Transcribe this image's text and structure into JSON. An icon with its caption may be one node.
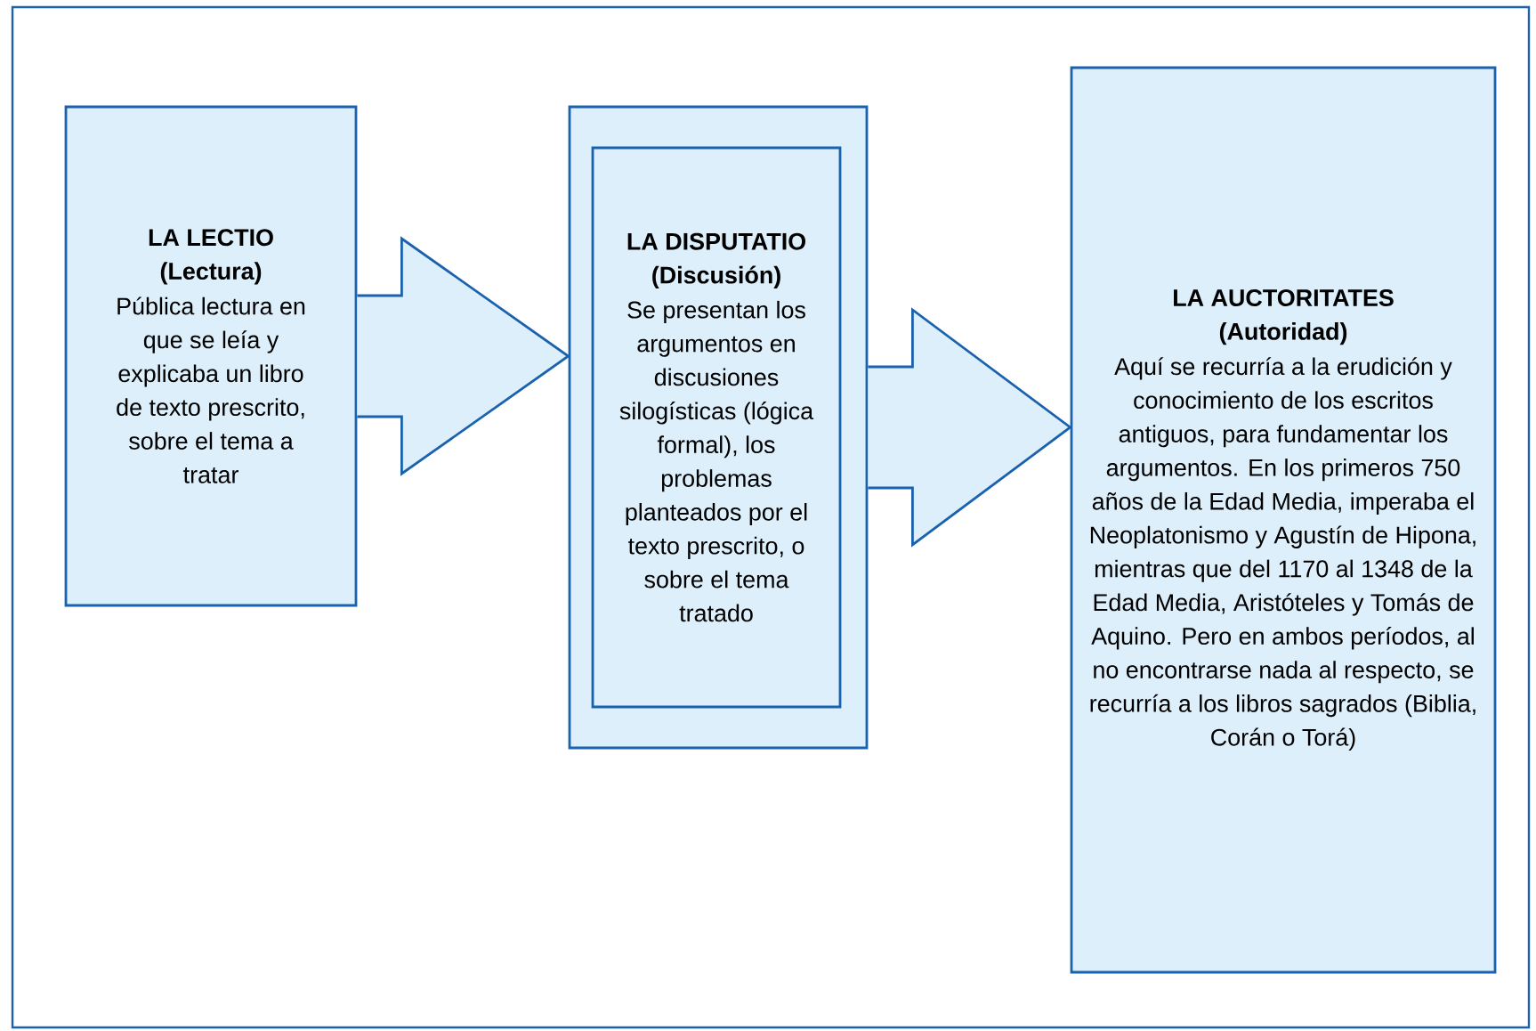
{
  "diagram": {
    "nodes": [
      {
        "text": [
          "LA LECTIO (Lectura)",
          "Pública lectura en que se leía y explicaba un libro de texto prescrito, sobre el tema a tratar"
        ]
      },
      {
        "text": [],
        "shape": "box"
      },
      {
        "text": [
          "LA DISPUTATIO (Discusión)",
          "Se presentan los argumentos en discusiones silogísticas (lógica formal), los problemas planteados por el texto prescrito, o sobre el tema tratado"
        ],
        "in": 1
      },
      {
        "text": [
          "LA AUCTORITATES (Autoridad)",
          "Aquí se recurría a la erudición y conocimiento de los escritos antiguos, para fundamentar los argumentos. En los primeros 750 años de la Edad Media, imperaba el Neoplatonismo y Agustín de Hipona, mientras que del 1170 al 1348 de la Edad Media, Aristóteles y Tomás de Aquino. Pero en ambos períodos, al no encontrarse nada al respecto, se recurría a los libros sagrados (Biblia, Corán o Torá)"
        ]
      }
    ],
    "edges": [
      {
        "from": 0,
        "to": 1,
        "arrow": "to"
      },
      {
        "from": 1,
        "to": 3,
        "arrow": "to"
      }
    ]
  }
}
